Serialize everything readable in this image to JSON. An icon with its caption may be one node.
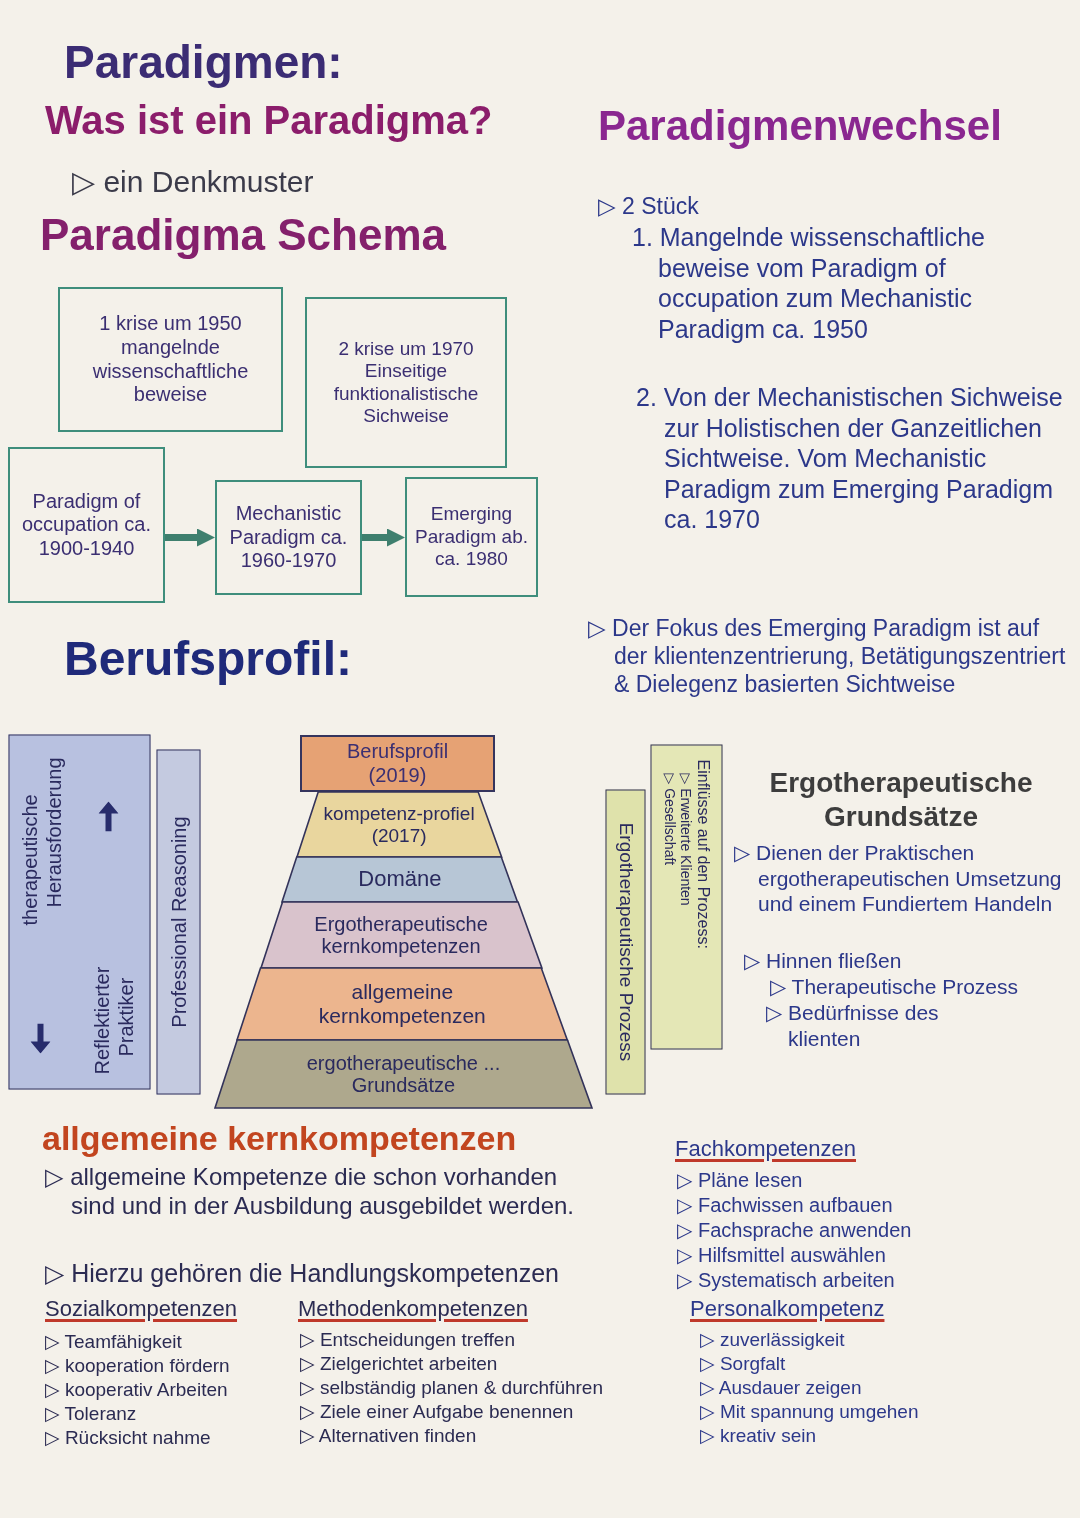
{
  "diagram": {
    "title": "Paradigmen:",
    "nodes": [
      {
        "text": [
          "1 krise um 1950 mangelnde wissenschaftliche beweise"
        ]
      },
      {
        "text": [
          "2 krise um 1970 Einseitige funktionalistische Sichweise"
        ]
      },
      {
        "text": [
          "Paradigm of occupation ca. 1900-1940"
        ]
      },
      {
        "text": [
          "Mechanistic Paradigm ca. 1960-1970"
        ]
      },
      {
        "text": [
          "Emerging Paradigm ab. ca. 1980"
        ]
      },
      {
        "text": [
          "therapeutische Herausforderung",
          "Reflektierter Praktiker"
        ]
      },
      {
        "text": [
          "Professional Reasoning"
        ]
      },
      {
        "text": [
          "Berufsprofil (2019)"
        ]
      },
      {
        "text": [
          "kompetenz-profiel (2017)"
        ]
      },
      {
        "text": [
          "Domäne"
        ]
      },
      {
        "text": [
          "Ergotherapeutische kernkompetenzen"
        ]
      },
      {
        "text": [
          "allgemeine kernkompetenzen"
        ]
      },
      {
        "text": [
          "ergotherapeutische ... Grundsätze"
        ]
      },
      {
        "text": [
          "Ergotherapeutische Prozess"
        ]
      },
      {
        "text": [
          "Einflüsse auf den Prozess:",
          "▷ Erweiterte Klienten",
          "▷ Gesellschaft"
        ]
      }
    ],
    "edges": [
      {
        "from": 2,
        "to": 3,
        "arrow": "to"
      },
      {
        "from": 3,
        "to": 4,
        "arrow": "to"
      }
    ],
    "labels": [
      "Was ist ein Paradigma?",
      "▷ ein Denkmuster",
      "Paradigma Schema",
      "Paradigmenwechsel",
      "▷ 2 Stück",
      "1. Mangelnde wissenschaftliche beweise vom Paradigm of occupation zum Mechanistic Paradigm ca. 1950",
      "2. Von der Mechanistischen Sichweise zur Holistischen der Ganzeitlichen Sichtweise. Vom Mechanistic Paradigm zum Emerging Paradigm ca. 1970",
      "Berufsprofil:",
      "▷ Der Fokus des Emerging Paradigm ist auf der klientenzentrierung, Betätigungszentriert & Dielegenz basierten Sichtweise",
      "Ergotherapeutische Grundsätze",
      "▷ Dienen der Praktischen ergotherapeutischen Umsetzung und einem Fundiertem Handeln",
      "▷ Hinnen fließen",
      "▷ Therapeutische Prozess",
      "▷ Bedürfnisse des klienten",
      "allgemeine kernkompetenzen",
      "▷ allgemeine Kompetenze die schon vorhanden sind und in der Ausbildung ausgebildet werden.",
      "Fachkompetenzen",
      "▷ Pläne lesen",
      "▷ Fachwissen aufbauen",
      "▷ Fachsprache anwenden",
      "▷ Hilfsmittel auswählen",
      "▷ Systematisch arbeiten",
      "▷ Hierzu gehören die Handlungskompetenzen",
      "Sozialkompetenzen",
      "▷ Teamfähigkeit",
      "▷ kooperation fördern",
      "▷ kooperativ Arbeiten",
      "▷ Toleranz",
      "▷ Rücksicht nahme",
      "Methodenkompetenzen",
      "▷ Entscheidungen treffen",
      "▷ Zielgerichtet arbeiten",
      "▷ selbständig planen & durchführen",
      "▷ Ziele einer Aufgabe benennen",
      "▷ Alternativen finden",
      "Personalkompetenz",
      "▷ zuverlässigkeit",
      "▷ Sorgfalt",
      "▷ Ausdauer zeigen",
      "▷ Mit spannung umgehen",
      "▷ kreativ sein"
    ]
  }
}
